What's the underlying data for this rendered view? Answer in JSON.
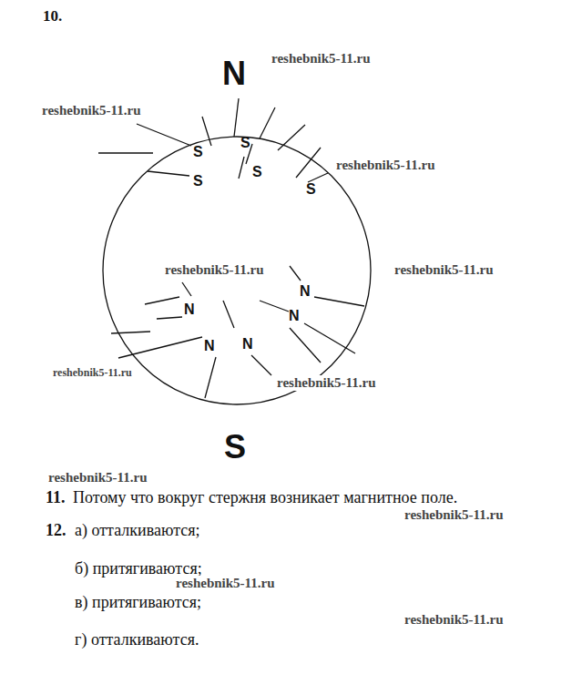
{
  "diagram": {
    "nodes": [
      {
        "text": [
          "S",
          "S",
          "S",
          "S",
          "S",
          "N",
          "N",
          "N",
          "N",
          "N"
        ]
      }
    ],
    "labels": [
      "10.",
      "reshebnik5-11.ru",
      "N",
      "reshebnik5-11.ru",
      "reshebnik5-11.ru",
      "reshebnik5-11.ru",
      "reshebnik5-11.ru",
      "reshebnik5-11.ru",
      "reshebnik5-11.ru",
      "S",
      "reshebnik5-11.ru",
      "11.",
      "Потому что вокруг стержня возникает магнитное поле.",
      "reshebnik5-11.ru",
      "12.",
      "а) отталкиваются;",
      "б) притягиваются;",
      "reshebnik5-11.ru",
      "в) притягиваются;",
      "reshebnik5-11.ru",
      "г) отталкиваются."
    ]
  }
}
